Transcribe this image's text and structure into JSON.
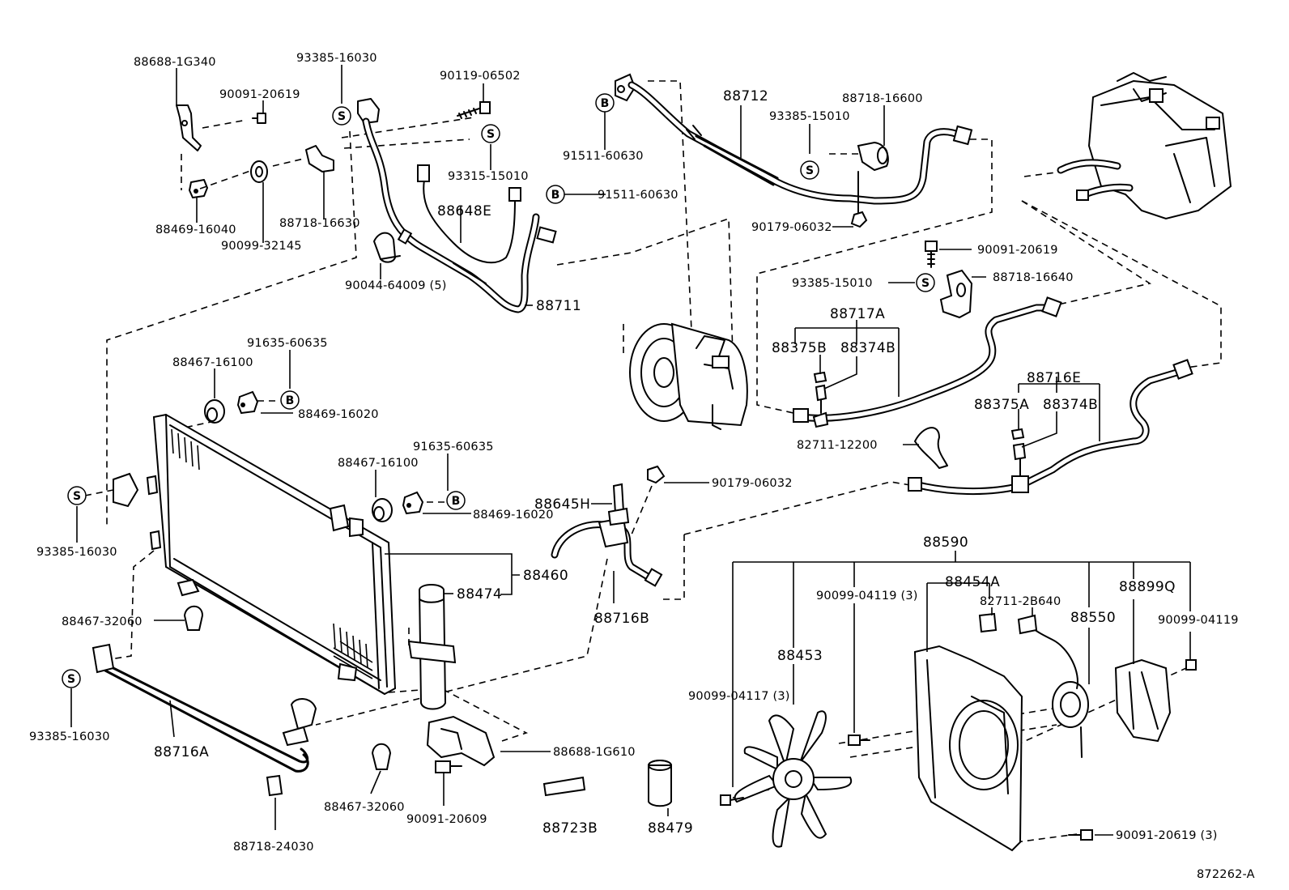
{
  "figure_id": "872262-A",
  "symbols": {
    "s": "S",
    "b": "B"
  },
  "labels": {
    "p88688_1g340": "88688-1G340",
    "p93385_16030_top": "93385-16030",
    "p90119_06502": "90119-06502",
    "p90091_20619_top": "90091-20619",
    "p93315_15010": "93315-15010",
    "p88648e": "88648E",
    "p91511_60630_a": "91511-60630",
    "p91511_60630_b": "91511-60630",
    "p88469_16040": "88469-16040",
    "p88718_16630": "88718-16630",
    "p90099_32145": "90099-32145",
    "p90044_64009": "90044-64009 (5)",
    "p88711": "88711",
    "p88712": "88712",
    "p88718_16600": "88718-16600",
    "p93385_15010_a": "93385-15010",
    "p90179_06032_a": "90179-06032",
    "p90091_20619_mid": "90091-20619",
    "p93385_15010_b": "93385-15010",
    "p88718_16640": "88718-16640",
    "p88717a": "88717A",
    "p88375b": "88375B",
    "p88374b_a": "88374B",
    "p88716e": "88716E",
    "p88375a": "88375A",
    "p88374b_b": "88374B",
    "p82711_12200": "82711-12200",
    "p91635_60635_a": "91635-60635",
    "p88467_16100_a": "88467-16100",
    "p88469_16020_a": "88469-16020",
    "p91635_60635_b": "91635-60635",
    "p88467_16100_b": "88467-16100",
    "p88469_16020_b": "88469-16020",
    "p90179_06032_b": "90179-06032",
    "p88645h": "88645H",
    "p93385_16030_left": "93385-16030",
    "p88460": "88460",
    "p88474": "88474",
    "p88716b": "88716B",
    "p88467_32060_a": "88467-32060",
    "p93385_16030_bottom": "93385-16030",
    "p88716a": "88716A",
    "p88688_1g610": "88688-1G610",
    "p88467_32060_b": "88467-32060",
    "p90091_20609": "90091-20609",
    "p88723b": "88723B",
    "p88479": "88479",
    "p88718_24030": "88718-24030",
    "p88590": "88590",
    "p88454a": "88454A",
    "p90099_04119_3": "90099-04119 (3)",
    "p82711_2b640": "82711-2B640",
    "p88550": "88550",
    "p88899q": "88899Q",
    "p90099_04119": "90099-04119",
    "p88453": "88453",
    "p90099_04117": "90099-04117 (3)",
    "p90091_20619_3": "90091-20619 (3)"
  }
}
